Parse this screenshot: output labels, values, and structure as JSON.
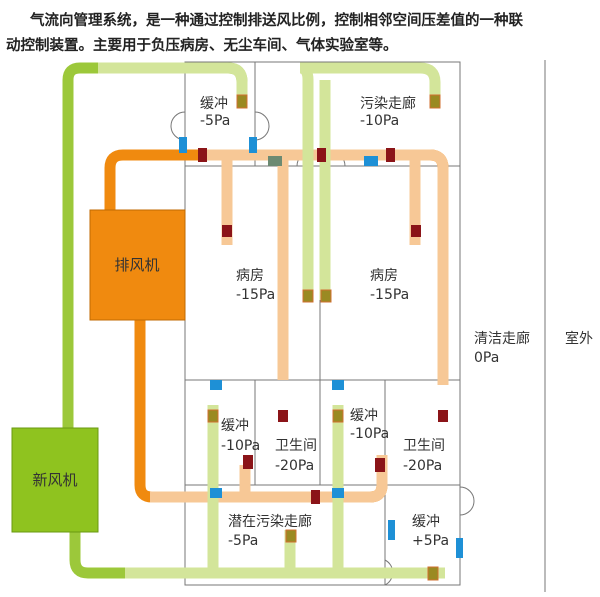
{
  "intro": {
    "line1": "气流向管理系统，是一种通过控制排送风比例，控制相邻空间压差值的一种联",
    "line2": "动控制装置。主要用于负压病房、无尘车间、气体实验室等。"
  },
  "units": {
    "exhaust": "排风机",
    "fresh_air": "新风机"
  },
  "rooms": {
    "buffer_top": {
      "name": "缓冲",
      "pressure": "-5Pa"
    },
    "dirty_corridor": {
      "name": "污染走廊",
      "pressure": "-10Pa"
    },
    "ward_left": {
      "name": "病房",
      "pressure": "-15Pa"
    },
    "ward_right": {
      "name": "病房",
      "pressure": "-15Pa"
    },
    "buffer_left": {
      "name": "缓冲",
      "pressure": "-10Pa"
    },
    "toilet_left": {
      "name": "卫生间",
      "pressure": "-20Pa"
    },
    "buffer_mid": {
      "name": "缓冲",
      "pressure": "-10Pa"
    },
    "toilet_right": {
      "name": "卫生间",
      "pressure": "-20Pa"
    },
    "potential_corridor": {
      "name": "潜在污染走廊",
      "pressure": "-5Pa"
    },
    "buffer_plus": {
      "name": "缓冲",
      "pressure": "+5Pa"
    },
    "clean_corridor": {
      "name": "清洁走廊",
      "pressure": "0Pa"
    },
    "outdoor": {
      "name": "室外"
    }
  },
  "colors": {
    "supply_duct": "#d3e59a",
    "exhaust_duct": "#f7c896",
    "exhaust_unit": "#f08a0f",
    "fresh_air_unit": "#8fc31f",
    "damper": "#8b1418",
    "supply_valve": "#9a8a22",
    "vent": "#1e90d6"
  }
}
